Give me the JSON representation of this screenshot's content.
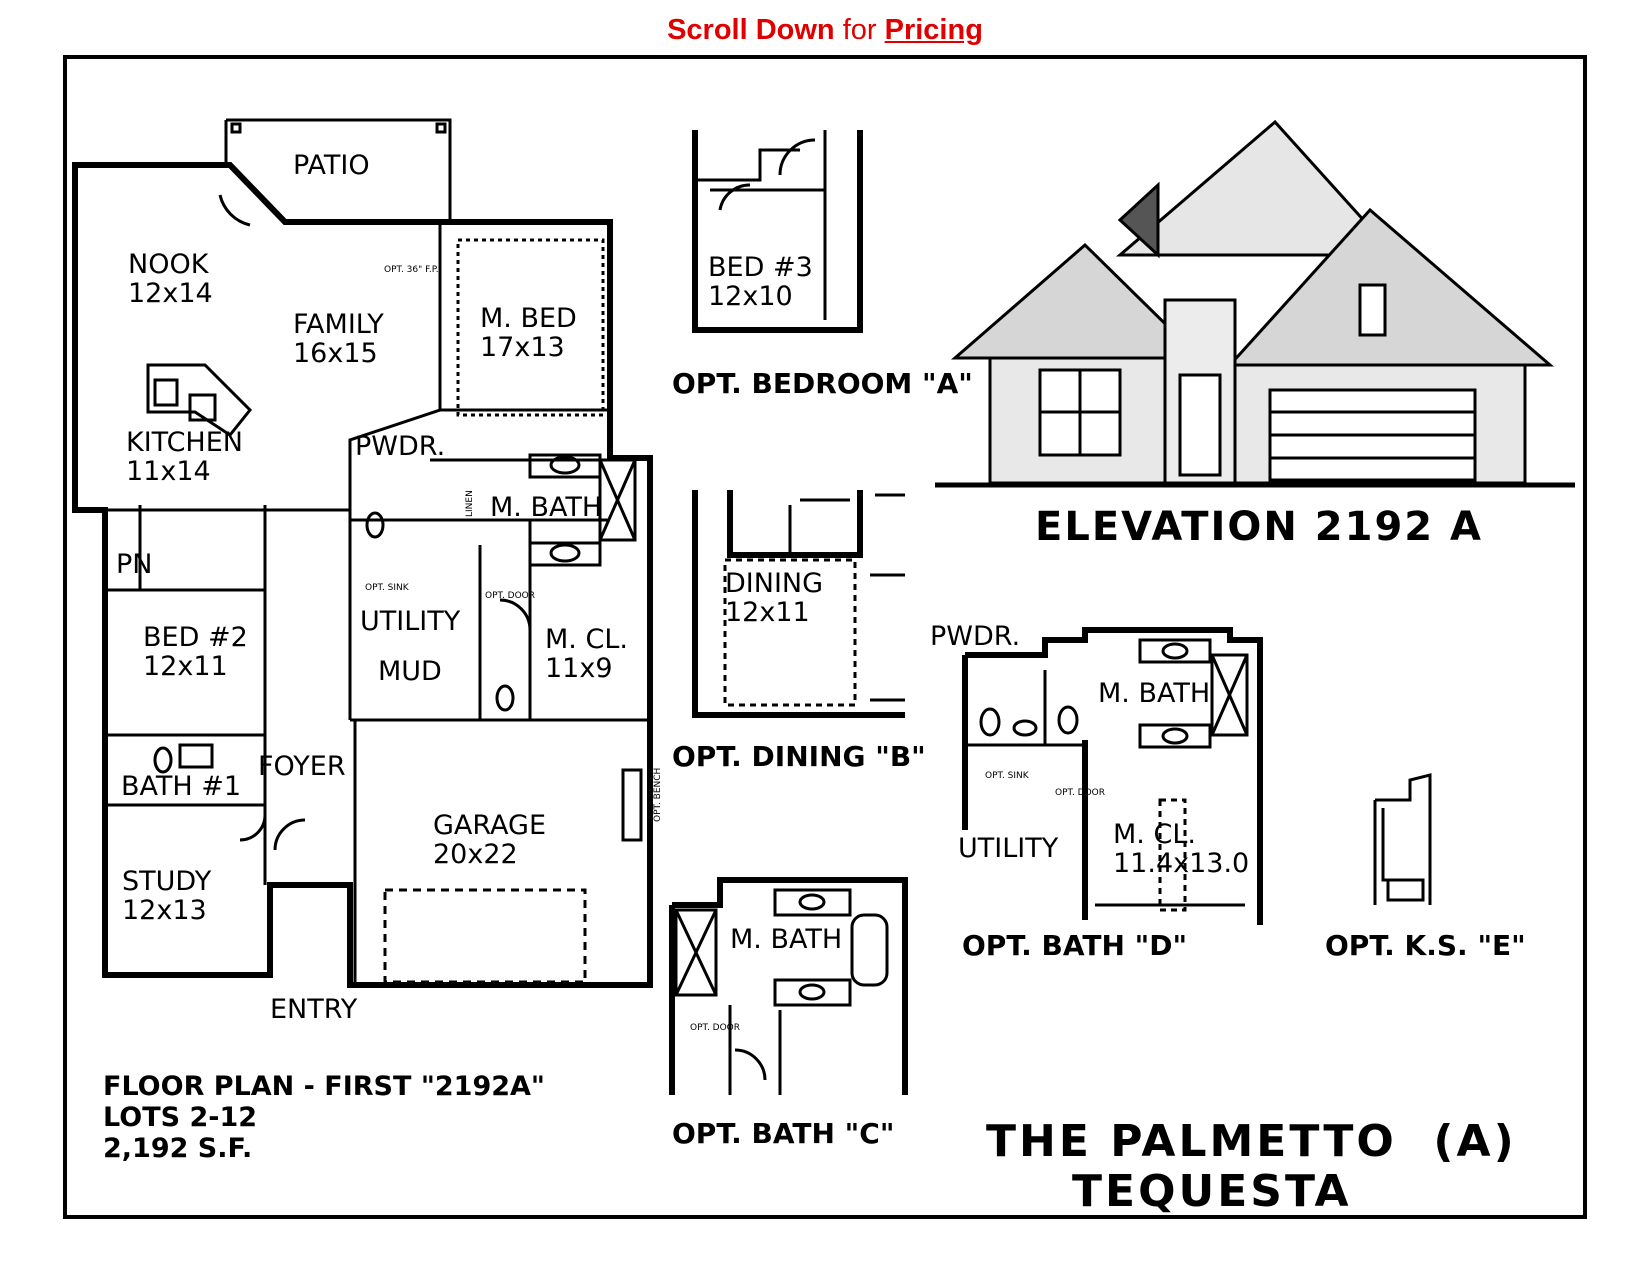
{
  "banner": {
    "part1": "Scroll Down",
    "part2": "for",
    "link": "Pricing"
  },
  "floor_plan": {
    "rooms": {
      "patio": "PATIO",
      "nook": "NOOK",
      "nook_dim": "12x14",
      "family": "FAMILY",
      "family_dim": "16x15",
      "m_bed": "M. BED",
      "m_bed_dim": "17x13",
      "kitchen": "KITCHEN",
      "kitchen_dim": "11x14",
      "pwdr": "PWDR.",
      "m_bath": "M. BATH",
      "pn": "PN",
      "utility": "UTILITY",
      "bed2": "BED #2",
      "bed2_dim": "12x11",
      "m_cl": "M. CL.",
      "m_cl_dim": "11x9",
      "mud": "MUD",
      "bath1": "BATH #1",
      "foyer": "FOYER",
      "garage": "GARAGE",
      "garage_dim": "20x22",
      "study": "STUDY",
      "study_dim": "12x13",
      "entry": "ENTRY",
      "linen": "LINEN",
      "opt_sink": "OPT. SINK",
      "opt_door": "OPT. DOOR",
      "opt_fp": "OPT. 36\" F.P.",
      "opt_bench": "OPT. BENCH"
    },
    "note_line1": "FLOOR PLAN - FIRST \"2192A\"",
    "note_line2": "LOTS 2-12",
    "note_line3": "2,192 S.F."
  },
  "options": {
    "bedroom_a": {
      "room": "BED #3",
      "dim": "12x10",
      "caption": "OPT. BEDROOM \"A\""
    },
    "dining_b": {
      "room": "DINING",
      "dim": "12x11",
      "caption": "OPT. DINING \"B\""
    },
    "bath_c": {
      "room": "M. BATH",
      "opt_door": "OPT. DOOR",
      "caption": "OPT. BATH \"C\""
    },
    "bath_d": {
      "pwdr": "PWDR.",
      "m_bath": "M. BATH",
      "utility": "UTILITY",
      "m_cl": "M. CL.",
      "m_cl_dim": "11.4x13.0",
      "opt_sink": "OPT. SINK",
      "opt_door": "OPT. DOOR",
      "caption": "OPT. BATH \"D\""
    },
    "ks_e": {
      "caption": "OPT. K.S. \"E\""
    }
  },
  "elevation": {
    "caption": "ELEVATION 2192 A"
  },
  "title_block": {
    "line1": "THE PALMETTO  (A)",
    "line2": "TEQUESTA"
  },
  "colors": {
    "banner": "#e00000",
    "ink": "#000000",
    "paper": "#ffffff"
  }
}
